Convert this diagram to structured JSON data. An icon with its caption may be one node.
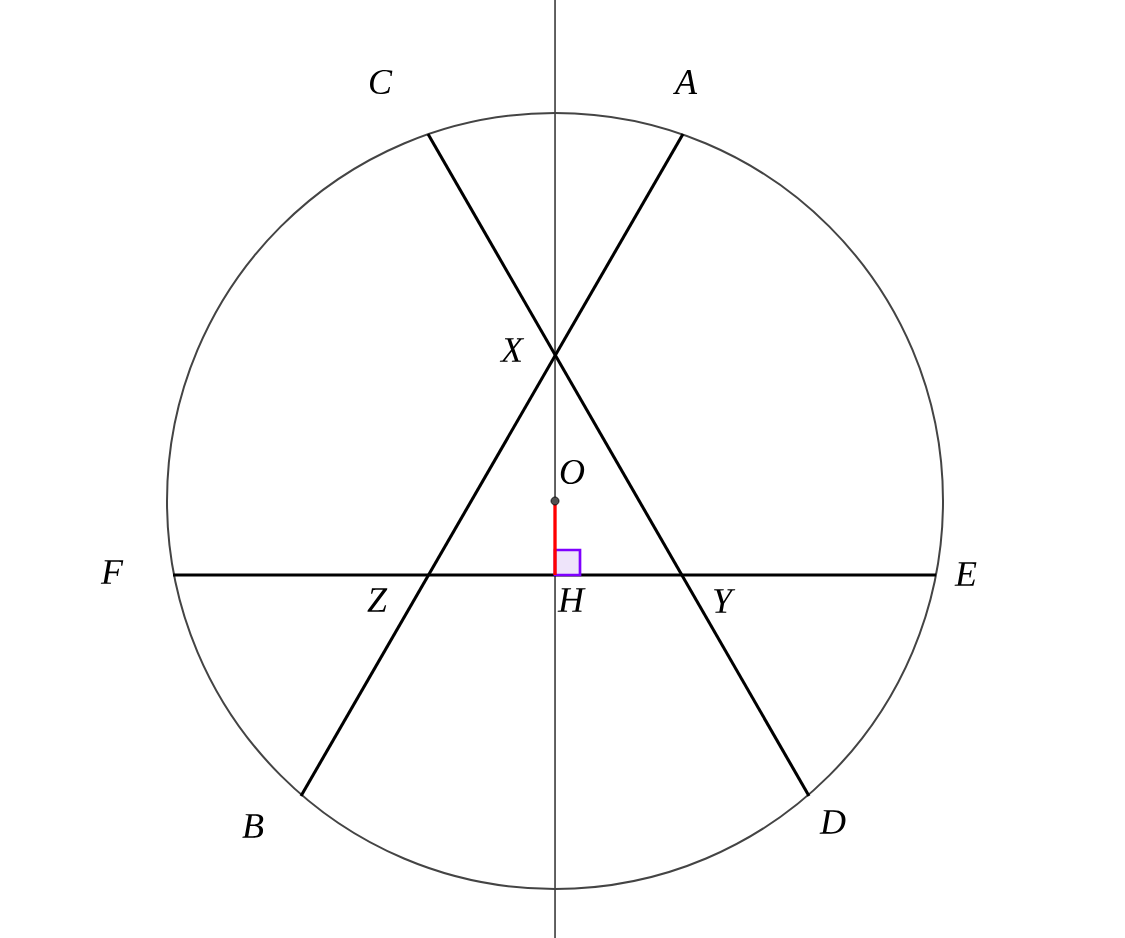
{
  "diagram": {
    "labels": [
      "C",
      "A",
      "X",
      "O",
      "F",
      "E",
      "Z",
      "H",
      "Y",
      "B",
      "D"
    ]
  }
}
